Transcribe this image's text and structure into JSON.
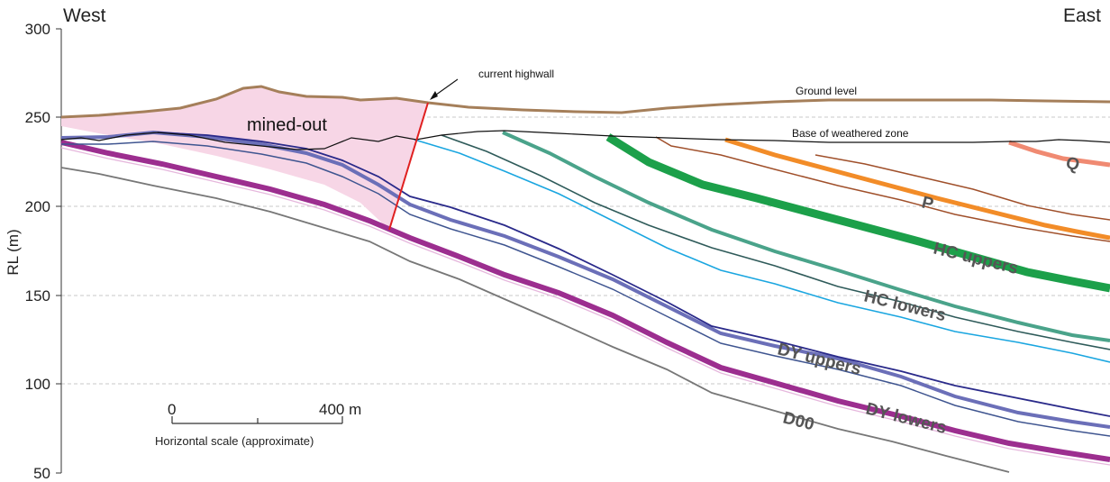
{
  "chart_data": {
    "type": "line",
    "title": "",
    "ylabel": "RL (m)",
    "ylim": [
      50,
      300
    ],
    "yticks": [
      "300",
      "250",
      "200",
      "150",
      "100",
      "50"
    ],
    "grid": true,
    "direction_left": "West",
    "direction_right": "East",
    "annotations": {
      "highwall": "current highwall",
      "ground": "Ground level",
      "weathered": "Base of weathered zone",
      "mined": "mined-out"
    },
    "scale_bar": {
      "start": "0",
      "end": "400 m",
      "caption": "Horizontal scale (approximate)"
    },
    "series": [
      {
        "name": "Q",
        "color": "#f08a72"
      },
      {
        "name": "P",
        "color": "#f28c28"
      },
      {
        "name": "HC uppers",
        "color": "#1ca04a"
      },
      {
        "name": "HC lowers",
        "color": "#4aa38a"
      },
      {
        "name": "DY uppers",
        "color": "#6b6fb8"
      },
      {
        "name": "DY lowers",
        "color": "#9c2e8f"
      },
      {
        "name": "D00",
        "color": "#777777"
      }
    ],
    "colors": {
      "ground": "#a57f5a",
      "mined_fill": "#f7d6e6",
      "highwall": "#e02020",
      "weathered": "#111111",
      "cyan": "#1aa6e0"
    }
  }
}
